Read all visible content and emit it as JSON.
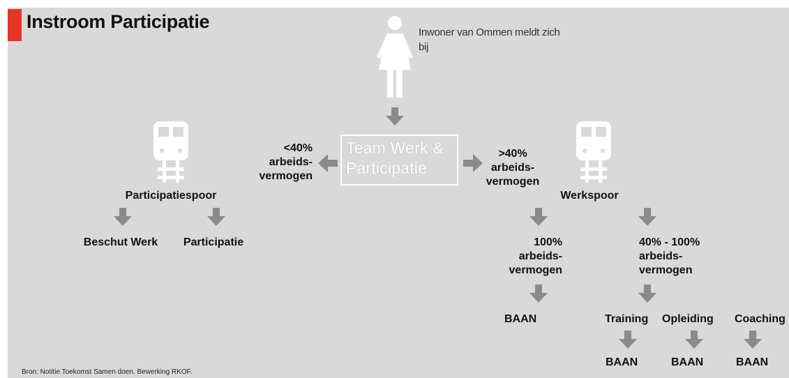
{
  "title": "Instroom Participatie",
  "intro_text": "Inwoner van Ommen meldt zich bij",
  "team_box": {
    "line1": "Team Werk &",
    "line2": "Participatie"
  },
  "left_branch": {
    "condition": [
      "<40%",
      "arbeids-",
      "vermogen"
    ],
    "track": "Participatiespoor",
    "outcomes": [
      "Beschut Werk",
      "Participatie"
    ]
  },
  "right_branch": {
    "condition": [
      ">40%",
      "arbeids-",
      "vermogen"
    ],
    "track": "Werkspoor",
    "full_capacity": {
      "label": [
        "100%",
        "arbeids-",
        "vermogen"
      ],
      "result": "BAAN"
    },
    "partial_capacity": {
      "label": [
        "40% - 100%",
        "arbeids-",
        "vermogen"
      ],
      "routes": [
        {
          "name": "Training",
          "result": "BAAN"
        },
        {
          "name": "Opleiding",
          "result": "BAAN"
        },
        {
          "name": "Coaching",
          "result": "BAAN"
        }
      ]
    }
  },
  "source": "Bron: Notitie Toekomst Samen doen. Bewerking RKOF.",
  "icons": [
    "person-icon",
    "train-icon"
  ],
  "colors": {
    "accent": "#e53523",
    "background": "#d9d9d9",
    "arrow": "#8a8a8a",
    "icon": "#ffffff",
    "text": "#111111"
  }
}
